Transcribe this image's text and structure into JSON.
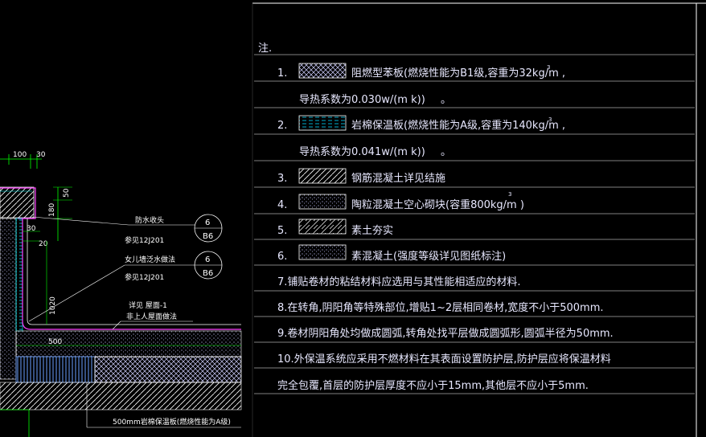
{
  "notes": {
    "header": "注.",
    "items": [
      {
        "num": "1.",
        "text": "阻燃型苯板(燃烧性能为B1级,容重为32kg/m ,",
        "sup": "3",
        "cont": "导热系数为0.030w/(m k))",
        "pattern": "crosshatch"
      },
      {
        "num": "2.",
        "text": "岩棉保温板(燃烧性能为A级,容重为140kg/m ,",
        "sup": "3",
        "cont": "导热系数为0.041w/(m k))",
        "pattern": "dash"
      },
      {
        "num": "3.",
        "text": "钢筋混凝土详见结施",
        "pattern": "hatch"
      },
      {
        "num": "4.",
        "text": "陶粒混凝土空心砌块(容重800kg/m )",
        "sup": "3",
        "pattern": "dots"
      },
      {
        "num": "5.",
        "text": "素土夯实",
        "pattern": "earth"
      },
      {
        "num": "6.",
        "text": "素混凝土(强度等级详见图纸标注)",
        "pattern": "concrete"
      }
    ],
    "lines": [
      "7.铺贴卷材的粘结材料应选用与其性能相适应的材料.",
      "8.在转角,阴阳角等特殊部位,增贴1~2层相同卷材,宽度不小于500mm.",
      "9.卷材阴阳角处均做成圆弧,转角处找平层做成圆弧形,圆弧半径为50mm.",
      "10.外保温系统应采用不燃材料在其表面设置防护层,防护层应将保温材料",
      "完全包覆,首层的防护层厚度不应小于15mm,其他层不应小于5mm."
    ]
  },
  "drawing": {
    "dims": {
      "d100": "100",
      "d30": "30",
      "d50": "50",
      "d180": "180",
      "d30b": "30",
      "d20": "20",
      "d1020": "1020",
      "d500": "500"
    },
    "callouts": [
      {
        "label": "防水收头",
        "ref": "参见12J201",
        "num": "6",
        "sheet": "B6"
      },
      {
        "label": "女儿墙泛水做法",
        "ref": "参见12J201",
        "num": "6",
        "sheet": "B6"
      }
    ],
    "floor_label_1": "详见 屋面-1",
    "floor_label_2": "非上人屋面做法",
    "bottom_label": "500mm岩棉保温板(燃烧性能为A级)"
  },
  "colors": {
    "background": "#000000",
    "text": "#e8e8ff",
    "line": "#ffffff",
    "dim_green": "#00ff00",
    "magenta": "#ff40ff",
    "cyan": "#00ffff"
  }
}
